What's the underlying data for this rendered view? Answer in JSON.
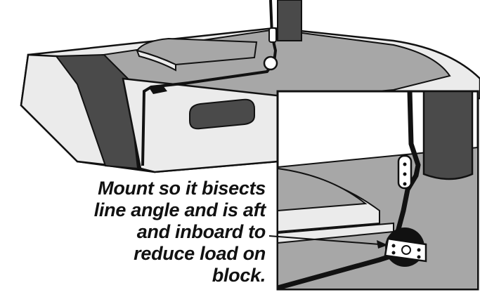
{
  "caption": {
    "lines": [
      "Mount so it bisects",
      "line angle and is aft",
      "and inboard to",
      "reduce load on",
      "block."
    ]
  },
  "colors": {
    "deck_gray": "#a7a7a7",
    "hull_light": "#ebebeb",
    "hull_mid": "#d6d6d6",
    "dark_panel": "#4a4a4a",
    "outline": "#111111",
    "background": "#ffffff"
  }
}
